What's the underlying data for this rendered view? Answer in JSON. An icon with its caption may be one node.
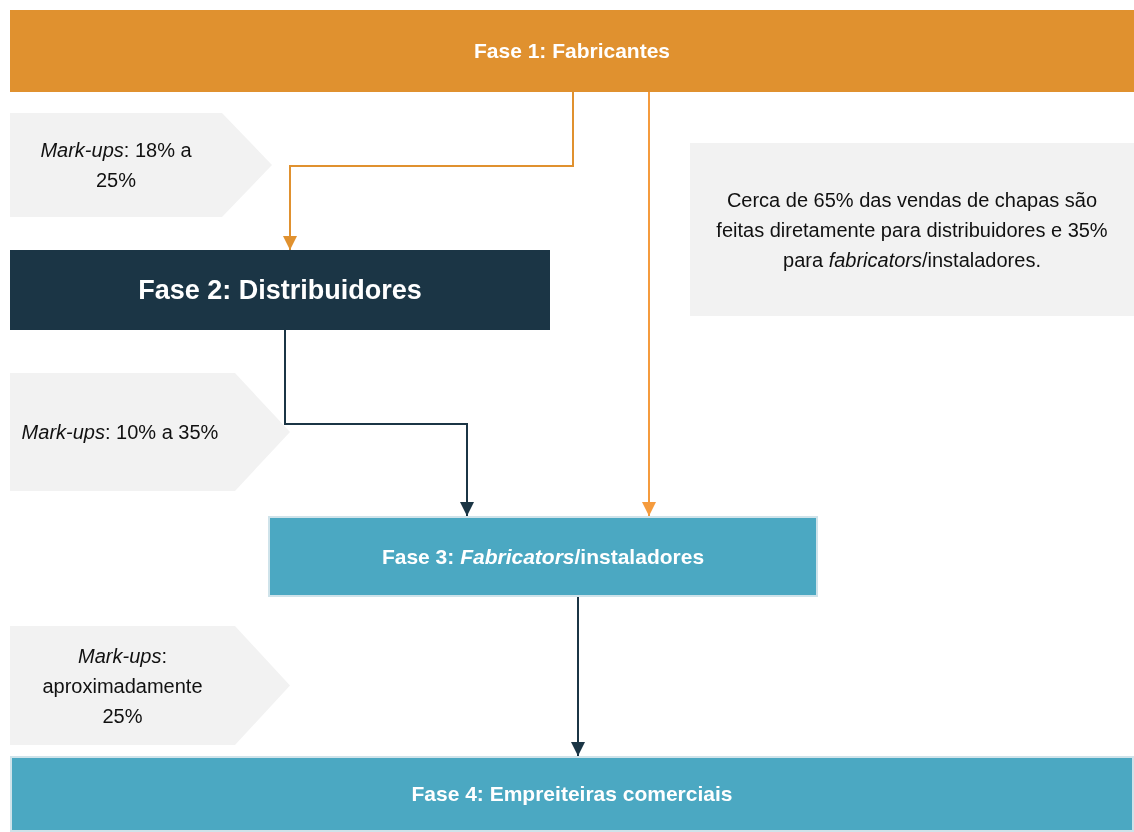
{
  "diagram": {
    "nodes": [
      {
        "text": [
          "Fase 1: Fabricantes"
        ]
      },
      {
        "text": [
          "*Mark-ups*: 18% a 25%"
        ]
      },
      {
        "text": [
          "Cerca de 65% das vendas de chapas são feitas diretamente para distribuidores e 35% para *fabricators*/instaladores."
        ]
      },
      {
        "text": [
          "Fase 2: Distribuidores"
        ]
      },
      {
        "text": [
          "*Mark-ups*: 10% a 35%"
        ]
      },
      {
        "text": [
          "Fase 3: *Fabricators*/instaladores"
        ]
      },
      {
        "text": [
          "*Mark-ups*: aproximadamente 25%"
        ]
      },
      {
        "text": [
          "Fase 4: Empreiteiras comerciais"
        ]
      }
    ],
    "edges": [
      {
        "from": 0,
        "to": 3,
        "arrow": "to",
        "color": "#e0912f"
      },
      {
        "from": 0,
        "to": 5,
        "arrow": "to",
        "color": "#f59b3d"
      },
      {
        "from": 3,
        "to": 5,
        "arrow": "to",
        "color": "#1b3545"
      },
      {
        "from": 5,
        "to": 7,
        "arrow": "to",
        "color": "#1b3545"
      }
    ]
  }
}
